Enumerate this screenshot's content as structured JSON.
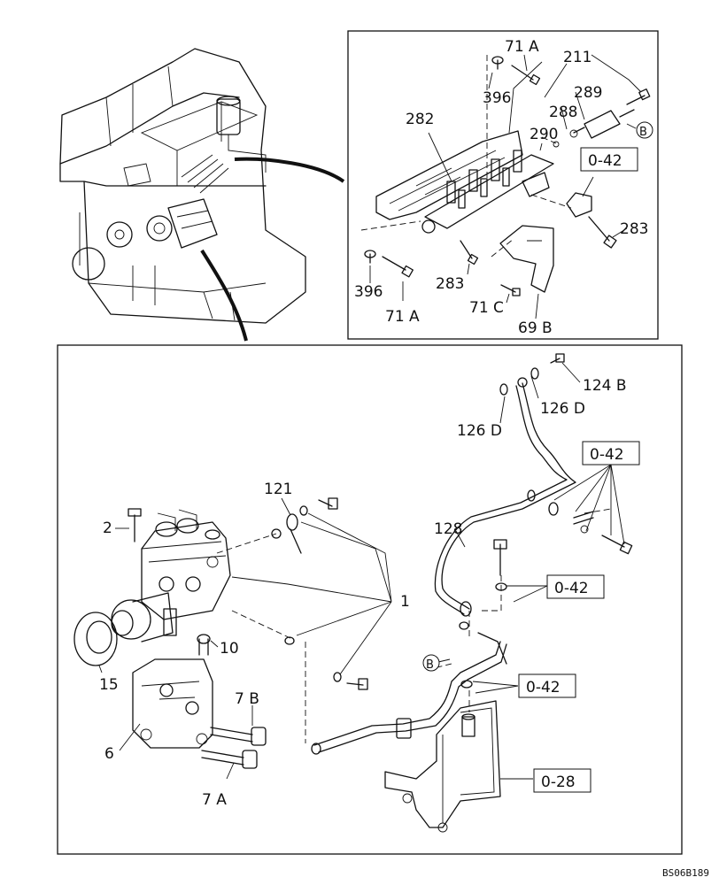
{
  "labels": {
    "l_71a_top": "71 A",
    "l_211": "211",
    "l_396_top": "396",
    "l_289": "289",
    "l_288": "288",
    "l_282": "282",
    "l_290": "290",
    "l_circle_b_top": "B",
    "l_042_top": "0-42",
    "l_283_right": "283",
    "l_396_bottom": "396",
    "l_283_mid": "283",
    "l_71a_bottom": "71 A",
    "l_71c": "71 C",
    "l_69b": "69 B",
    "l_124b": "124 B",
    "l_126d_right": "126 D",
    "l_126d_left": "126 D",
    "l_042_a": "0-42",
    "l_121": "121",
    "l_2": "2",
    "l_128": "128",
    "l_042_b": "0-42",
    "l_1": "1",
    "l_10": "10",
    "l_circle_b_bottom": "B",
    "l_042_c": "0-42",
    "l_15": "15",
    "l_7b": "7 B",
    "l_6": "6",
    "l_028": "0-28",
    "l_7a": "7 A",
    "drawing_code": "BS06B189"
  }
}
